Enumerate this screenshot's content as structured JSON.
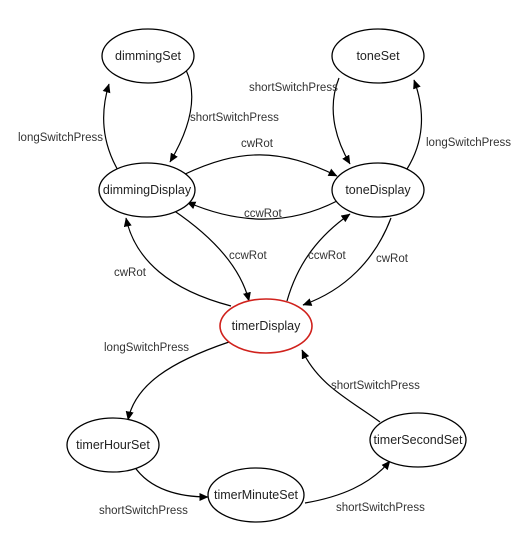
{
  "nodes": {
    "dimmingSet": {
      "label": "dimmingSet"
    },
    "toneSet": {
      "label": "toneSet"
    },
    "dimmingDisplay": {
      "label": "dimmingDisplay"
    },
    "toneDisplay": {
      "label": "toneDisplay"
    },
    "timerDisplay": {
      "label": "timerDisplay",
      "highlight_color": "#d0211c"
    },
    "timerHourSet": {
      "label": "timerHourSet"
    },
    "timerSecondSet": {
      "label": "timerSecondSet"
    },
    "timerMinuteSet": {
      "label": "timerMinuteSet"
    }
  },
  "edges": {
    "dimmingDisplay_to_dimmingSet": {
      "from": "dimmingDisplay",
      "to": "dimmingSet",
      "label": "longSwitchPress"
    },
    "dimmingSet_to_dimmingDisplay": {
      "from": "dimmingSet",
      "to": "dimmingDisplay",
      "label": "shortSwitchPress"
    },
    "toneSet_to_toneDisplay": {
      "from": "toneSet",
      "to": "toneDisplay",
      "label": "shortSwitchPress"
    },
    "toneDisplay_to_toneSet": {
      "from": "toneDisplay",
      "to": "toneSet",
      "label": "longSwitchPress"
    },
    "dimmingDisplay_to_toneDisplay": {
      "from": "dimmingDisplay",
      "to": "toneDisplay",
      "label": "cwRot"
    },
    "toneDisplay_to_dimmingDisplay": {
      "from": "toneDisplay",
      "to": "dimmingDisplay",
      "label": "ccwRot"
    },
    "timerDisplay_to_dimmingDisplay": {
      "from": "timerDisplay",
      "to": "dimmingDisplay",
      "label": "cwRot"
    },
    "dimmingDisplay_to_timerDisplay": {
      "from": "dimmingDisplay",
      "to": "timerDisplay",
      "label": "ccwRot"
    },
    "timerDisplay_to_toneDisplay": {
      "from": "timerDisplay",
      "to": "toneDisplay",
      "label": "ccwRot"
    },
    "toneDisplay_to_timerDisplay": {
      "from": "toneDisplay",
      "to": "timerDisplay",
      "label": "cwRot"
    },
    "timerDisplay_to_timerHourSet": {
      "from": "timerDisplay",
      "to": "timerHourSet",
      "label": "longSwitchPress"
    },
    "timerSecondSet_to_timerDisplay": {
      "from": "timerSecondSet",
      "to": "timerDisplay",
      "label": "shortSwitchPress"
    },
    "timerHourSet_to_timerMinuteSet": {
      "from": "timerHourSet",
      "to": "timerMinuteSet",
      "label": "shortSwitchPress"
    },
    "timerMinuteSet_to_timerSecondSet": {
      "from": "timerMinuteSet",
      "to": "timerSecondSet",
      "label": "shortSwitchPress"
    }
  }
}
